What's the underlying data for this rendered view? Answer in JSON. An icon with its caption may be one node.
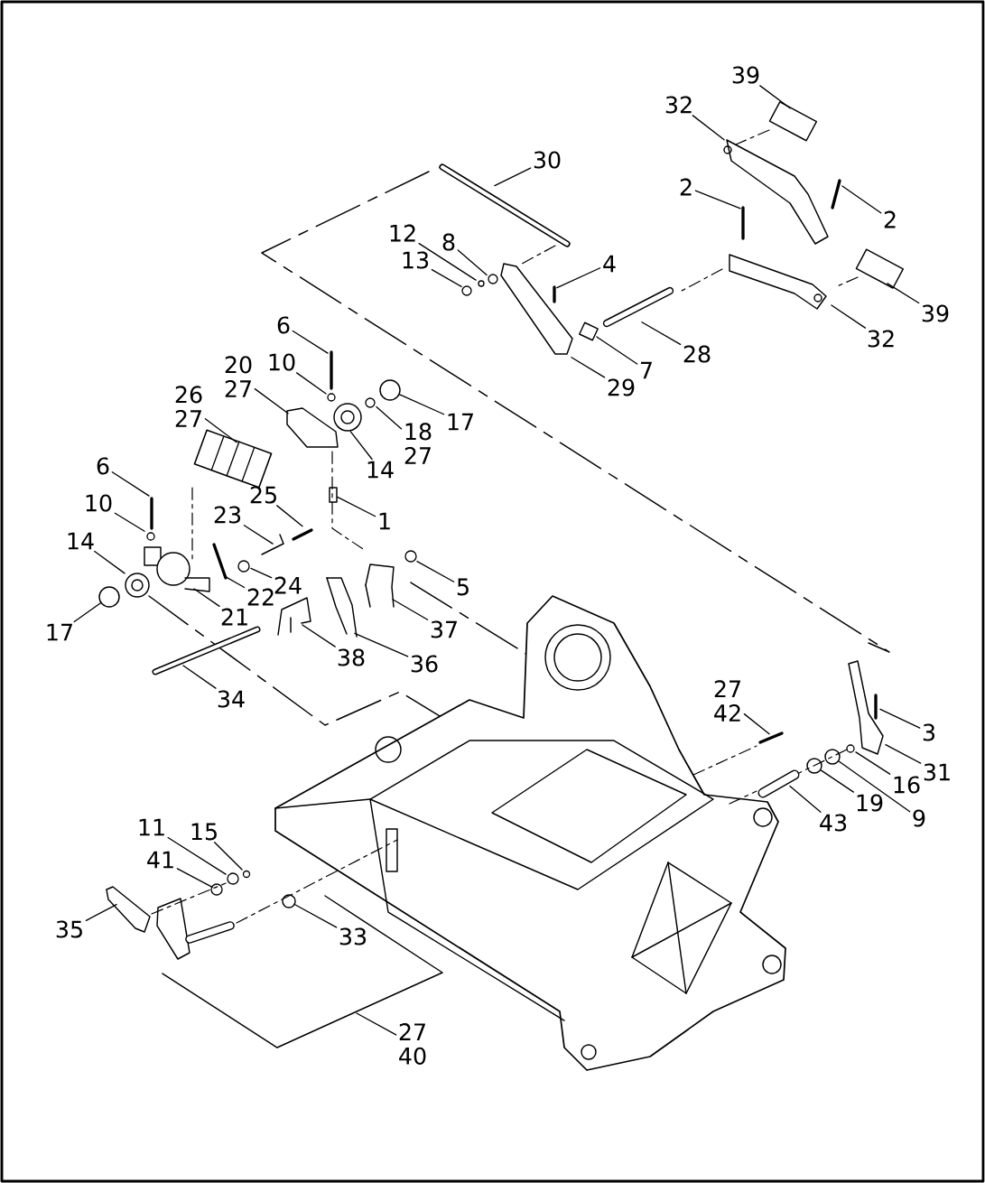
{
  "diagram": {
    "nodes": [
      {
        "text": [
          "39"
        ]
      },
      {
        "text": [
          "32"
        ]
      },
      {
        "text": [
          "2"
        ]
      },
      {
        "text": [
          "2"
        ]
      },
      {
        "text": [
          "30"
        ]
      },
      {
        "text": [
          "12"
        ]
      },
      {
        "text": [
          "8"
        ]
      },
      {
        "text": [
          "13"
        ]
      },
      {
        "text": [
          "4"
        ]
      },
      {
        "text": [
          "39"
        ]
      },
      {
        "text": [
          "32"
        ]
      },
      {
        "text": [
          "28"
        ]
      },
      {
        "text": [
          "7"
        ]
      },
      {
        "text": [
          "29"
        ]
      },
      {
        "text": [
          "6"
        ]
      },
      {
        "text": [
          "10"
        ]
      },
      {
        "text": [
          "20",
          "27"
        ]
      },
      {
        "text": [
          "26",
          "27"
        ]
      },
      {
        "text": [
          "17"
        ]
      },
      {
        "text": [
          "18",
          "27"
        ]
      },
      {
        "text": [
          "14"
        ]
      },
      {
        "text": [
          "6"
        ]
      },
      {
        "text": [
          "10"
        ]
      },
      {
        "text": [
          "25"
        ]
      },
      {
        "text": [
          "23"
        ]
      },
      {
        "text": [
          "1"
        ]
      },
      {
        "text": [
          "14"
        ]
      },
      {
        "text": [
          "5"
        ]
      },
      {
        "text": [
          "24"
        ]
      },
      {
        "text": [
          "22"
        ]
      },
      {
        "text": [
          "21"
        ]
      },
      {
        "text": [
          "17"
        ]
      },
      {
        "text": [
          "37"
        ]
      },
      {
        "text": [
          "38"
        ]
      },
      {
        "text": [
          "36"
        ]
      },
      {
        "text": [
          "34"
        ]
      },
      {
        "text": [
          "27",
          "42"
        ]
      },
      {
        "text": [
          "3"
        ]
      },
      {
        "text": [
          "31"
        ]
      },
      {
        "text": [
          "16"
        ]
      },
      {
        "text": [
          "19"
        ]
      },
      {
        "text": [
          "9"
        ]
      },
      {
        "text": [
          "43"
        ]
      },
      {
        "text": [
          "11"
        ]
      },
      {
        "text": [
          "15"
        ]
      },
      {
        "text": [
          "41"
        ]
      },
      {
        "text": [
          "35"
        ]
      },
      {
        "text": [
          "33"
        ]
      },
      {
        "text": [
          "27",
          "40"
        ]
      },
      {
        "text": [],
        "shape": "picture"
      },
      {
        "text": [],
        "shape": "picture"
      },
      {
        "text": [],
        "shape": "picture"
      },
      {
        "text": [],
        "shape": "picture"
      },
      {
        "text": [],
        "shape": "picture"
      },
      {
        "text": [],
        "shape": "picture"
      },
      {
        "text": [],
        "shape": "picture"
      },
      {
        "text": [],
        "shape": "picture"
      },
      {
        "text": [],
        "shape": "picture"
      },
      {
        "text": [],
        "shape": "picture"
      },
      {
        "text": [],
        "shape": "picture"
      },
      {
        "text": [],
        "shape": "picture"
      },
      {
        "text": [],
        "shape": "picture"
      },
      {
        "text": [],
        "shape": "picture"
      },
      {
        "text": [],
        "shape": "picture"
      },
      {
        "text": [],
        "shape": "picture"
      },
      {
        "text": [],
        "shape": "picture"
      },
      {
        "text": [],
        "shape": "picture"
      },
      {
        "text": [],
        "shape": "circle"
      },
      {
        "text": [],
        "shape": "picture"
      },
      {
        "text": [],
        "shape": "picture"
      },
      {
        "text": [],
        "shape": "picture"
      },
      {
        "text": [],
        "shape": "picture"
      },
      {
        "text": [],
        "shape": "picture"
      },
      {
        "text": [],
        "shape": "picture"
      },
      {
        "text": [],
        "shape": "box"
      },
      {
        "text": [],
        "shape": "picture"
      },
      {
        "text": [],
        "shape": "picture"
      },
      {
        "text": [],
        "shape": "picture"
      },
      {
        "text": [],
        "shape": "picture"
      },
      {
        "text": [],
        "shape": "picture"
      },
      {
        "text": [],
        "shape": "circle"
      },
      {
        "text": [],
        "shape": "picture"
      },
      {
        "text": [],
        "shape": "picture"
      },
      {
        "text": [],
        "shape": "picture"
      },
      {
        "text": [],
        "shape": "picture"
      },
      {
        "text": [],
        "shape": "picture"
      },
      {
        "text": [],
        "shape": "picture"
      },
      {
        "text": [],
        "shape": "picture"
      },
      {
        "text": [],
        "shape": "picture"
      },
      {
        "text": [],
        "shape": "circle"
      },
      {
        "text": [],
        "shape": "circle"
      },
      {
        "text": [],
        "shape": "picture"
      },
      {
        "text": [],
        "shape": "picture"
      },
      {
        "text": [],
        "shape": "picture"
      },
      {
        "text": [],
        "shape": "picture"
      },
      {
        "text": [],
        "shape": "picture"
      },
      {
        "text": [],
        "shape": "circle"
      }
    ],
    "edges": [
      {
        "from": 0,
        "to": 49,
        "arrow": "none"
      },
      {
        "from": 1,
        "to": 50,
        "arrow": "none"
      },
      {
        "from": 2,
        "to": 51,
        "arrow": "none"
      },
      {
        "from": 3,
        "to": 52,
        "arrow": "none"
      },
      {
        "from": 4,
        "to": 53,
        "arrow": "none"
      },
      {
        "from": 5,
        "to": 54,
        "arrow": "none"
      },
      {
        "from": 6,
        "to": 55,
        "arrow": "none"
      },
      {
        "from": 7,
        "to": 56,
        "arrow": "none"
      },
      {
        "from": 8,
        "to": 57,
        "arrow": "none"
      },
      {
        "from": 9,
        "to": 58,
        "arrow": "none"
      },
      {
        "from": 10,
        "to": 59,
        "arrow": "none"
      },
      {
        "from": 11,
        "to": 60,
        "arrow": "none"
      },
      {
        "from": 12,
        "to": 61,
        "arrow": "none"
      },
      {
        "from": 13,
        "to": 62,
        "arrow": "none"
      },
      {
        "from": 14,
        "to": 63,
        "arrow": "none"
      },
      {
        "from": 15,
        "to": 64,
        "arrow": "none"
      },
      {
        "from": 16,
        "to": 65,
        "arrow": "none"
      },
      {
        "from": 17,
        "to": 66,
        "arrow": "none"
      },
      {
        "from": 18,
        "to": 67,
        "arrow": "none"
      },
      {
        "from": 19,
        "to": 68,
        "arrow": "none"
      },
      {
        "from": 20,
        "to": 69,
        "arrow": "none"
      },
      {
        "from": 21,
        "to": 70,
        "arrow": "none"
      },
      {
        "from": 22,
        "to": 71,
        "arrow": "none"
      },
      {
        "from": 23,
        "to": 72,
        "arrow": "none"
      },
      {
        "from": 24,
        "to": 73,
        "arrow": "none"
      },
      {
        "from": 25,
        "to": 74,
        "arrow": "none"
      },
      {
        "from": 26,
        "to": 75,
        "arrow": "none"
      },
      {
        "from": 27,
        "to": 76,
        "arrow": "none"
      },
      {
        "from": 28,
        "to": 77,
        "arrow": "none"
      },
      {
        "from": 29,
        "to": 78,
        "arrow": "none"
      },
      {
        "from": 30,
        "to": 79,
        "arrow": "none"
      },
      {
        "from": 31,
        "to": 80,
        "arrow": "none"
      },
      {
        "from": 32,
        "to": 81,
        "arrow": "none"
      },
      {
        "from": 33,
        "to": 82,
        "arrow": "none"
      },
      {
        "from": 34,
        "to": 83,
        "arrow": "none"
      },
      {
        "from": 35,
        "to": 84,
        "arrow": "none"
      },
      {
        "from": 36,
        "to": 85,
        "arrow": "none"
      },
      {
        "from": 37,
        "to": 86,
        "arrow": "none"
      },
      {
        "from": 38,
        "to": 87,
        "arrow": "none"
      },
      {
        "from": 39,
        "to": 88,
        "arrow": "none"
      },
      {
        "from": 40,
        "to": 89,
        "arrow": "none"
      },
      {
        "from": 41,
        "to": 90,
        "arrow": "none"
      },
      {
        "from": 42,
        "to": 91,
        "arrow": "none"
      },
      {
        "from": 43,
        "to": 92,
        "arrow": "none"
      },
      {
        "from": 44,
        "to": 93,
        "arrow": "none"
      },
      {
        "from": 45,
        "to": 94,
        "arrow": "none"
      },
      {
        "from": 46,
        "to": 95,
        "arrow": "none"
      },
      {
        "from": 47,
        "to": 96,
        "arrow": "none"
      },
      {
        "from": 48,
        "to": null,
        "arrow": "none"
      },
      {
        "from": 49,
        "to": 50,
        "arrow": "none",
        "style": "dashed"
      },
      {
        "from": 53,
        "to": 62,
        "arrow": "none",
        "style": "dashed"
      },
      {
        "from": 59,
        "to": 60,
        "arrow": "none",
        "style": "dashed"
      },
      {
        "from": 58,
        "to": 59,
        "arrow": "none",
        "style": "dashed"
      },
      {
        "from": 88,
        "to": 91,
        "arrow": "none",
        "style": "dashed"
      },
      {
        "from": 95,
        "to": 92,
        "arrow": "none",
        "style": "dashed"
      }
    ]
  }
}
